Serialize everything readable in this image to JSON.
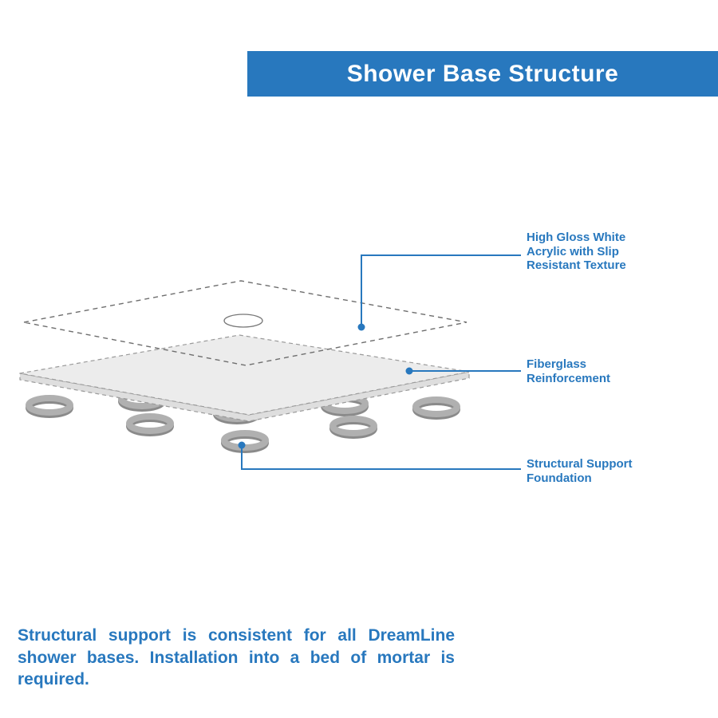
{
  "header": {
    "title": "Shower Base Structure"
  },
  "annotations": {
    "acrylic": {
      "label": "High Gloss White Acrylic with Slip Resistant Texture"
    },
    "fiberglass": {
      "label": "Fiberglass Reinforcement"
    },
    "foundation": {
      "label": "Structural Support Foundation"
    }
  },
  "footer": {
    "note": "Structural support is consistent for all DreamLine shower bases. Installation into a bed of mortar is required."
  },
  "colors": {
    "accent": "#2878be",
    "banner_bg": "#2878be",
    "banner_text": "#ffffff",
    "layer_fill": "#ececec",
    "layer_edge_fill": "#dedede",
    "outline_gray": "#8f8f8f",
    "ring_gray": "#a9a9a9",
    "ring_shadow": "#8a8a8a"
  }
}
